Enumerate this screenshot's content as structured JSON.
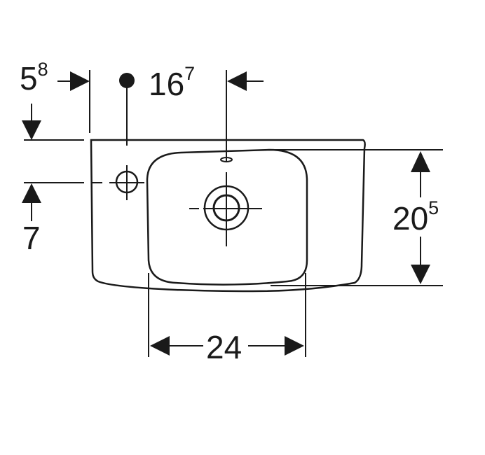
{
  "dimensions": {
    "left_offset": {
      "main": "5",
      "sup": "8"
    },
    "tap_hole_offset": {
      "main": "16",
      "sup": "7"
    },
    "depth": {
      "main": "20",
      "sup": "5"
    },
    "width": {
      "main": "24"
    },
    "tap_height": {
      "main": "7"
    }
  },
  "colors": {
    "line": "#1a1a1a",
    "background": "#ffffff"
  }
}
